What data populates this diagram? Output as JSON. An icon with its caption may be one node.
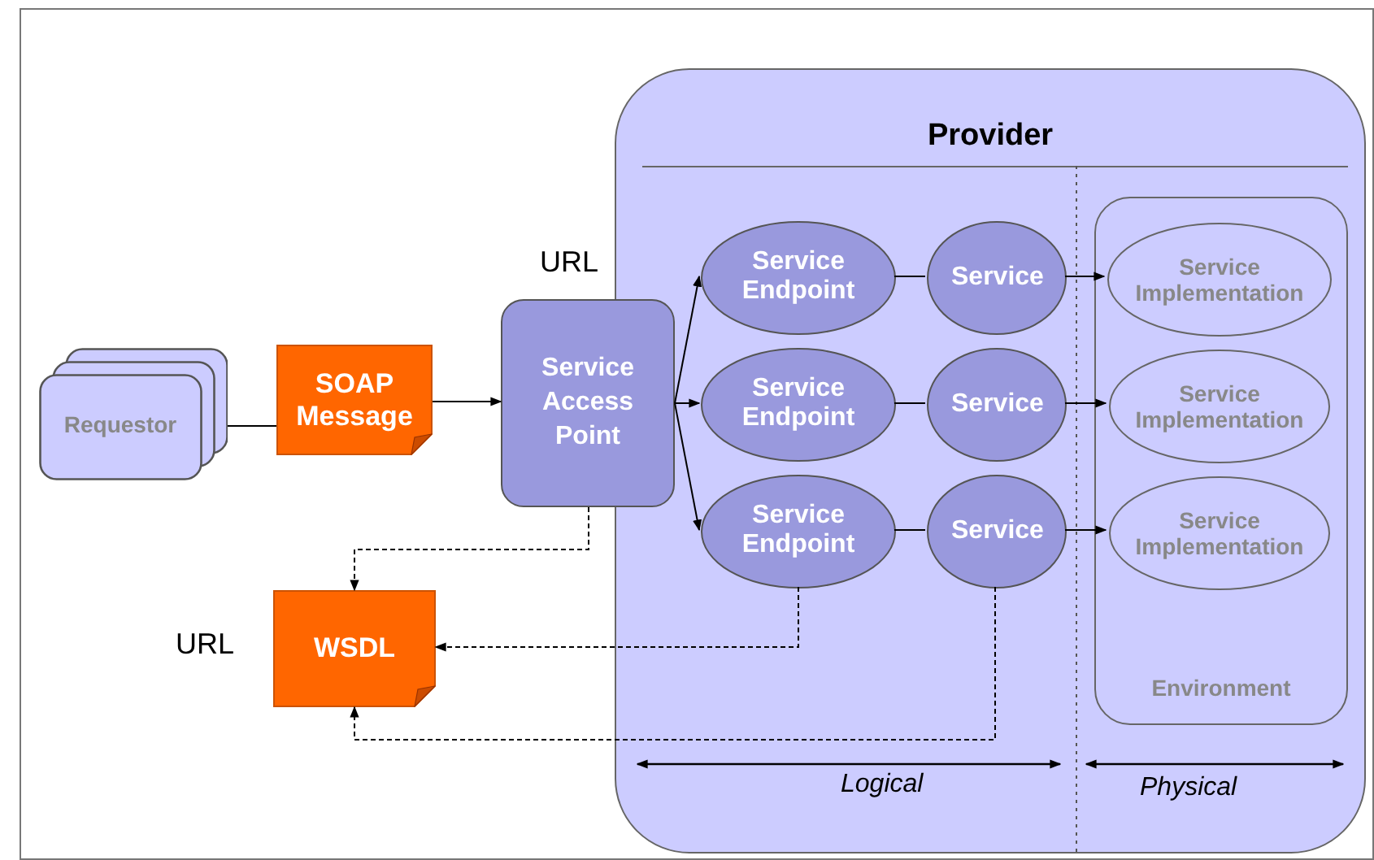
{
  "diagram": {
    "nodes": [
      {
        "text": [
          "Provider"
        ]
      },
      {
        "text": [
          "Requestor"
        ]
      },
      {
        "text": [
          "SOAP Message"
        ]
      },
      {
        "text": [
          "Service Access Point"
        ],
        "beside": [
          "URL"
        ]
      },
      {
        "text": [
          "WSDL"
        ],
        "beside": [
          "URL"
        ]
      },
      {
        "text": [
          "Service Endpoint"
        ],
        "in": 0
      },
      {
        "text": [
          "Service Endpoint"
        ],
        "in": 0
      },
      {
        "text": [
          "Service Endpoint"
        ],
        "in": 0
      },
      {
        "text": [
          "Service"
        ],
        "in": 0
      },
      {
        "text": [
          "Service"
        ],
        "in": 0
      },
      {
        "text": [
          "Service"
        ],
        "in": 0
      },
      {
        "text": [
          "Environment"
        ],
        "in": 0
      },
      {
        "text": [
          "Service Implementation"
        ],
        "in": 11
      },
      {
        "text": [
          "Service Implementation"
        ],
        "in": 11
      },
      {
        "text": [
          "Service Implementation"
        ],
        "in": 11
      }
    ],
    "edges": [
      {
        "from": 1,
        "to": 2,
        "arrow": "none"
      },
      {
        "from": 2,
        "to": 3,
        "arrow": "to"
      },
      {
        "from": 3,
        "to": 5,
        "arrow": "to"
      },
      {
        "from": 3,
        "to": 6,
        "arrow": "to"
      },
      {
        "from": 3,
        "to": 7,
        "arrow": "to"
      },
      {
        "from": 5,
        "to": 8,
        "arrow": "none"
      },
      {
        "from": 6,
        "to": 9,
        "arrow": "none"
      },
      {
        "from": 7,
        "to": 10,
        "arrow": "none"
      },
      {
        "from": 8,
        "to": 12,
        "arrow": "to"
      },
      {
        "from": 9,
        "to": 13,
        "arrow": "to"
      },
      {
        "from": 10,
        "to": 14,
        "arrow": "to"
      },
      {
        "from": 3,
        "to": 4,
        "arrow": "to",
        "style": "dashed"
      },
      {
        "from": 7,
        "to": 4,
        "arrow": "to",
        "style": "dashed"
      },
      {
        "from": 10,
        "to": 4,
        "arrow": "to",
        "style": "dashed"
      }
    ],
    "labels": [
      "Logical",
      "Physical"
    ]
  }
}
